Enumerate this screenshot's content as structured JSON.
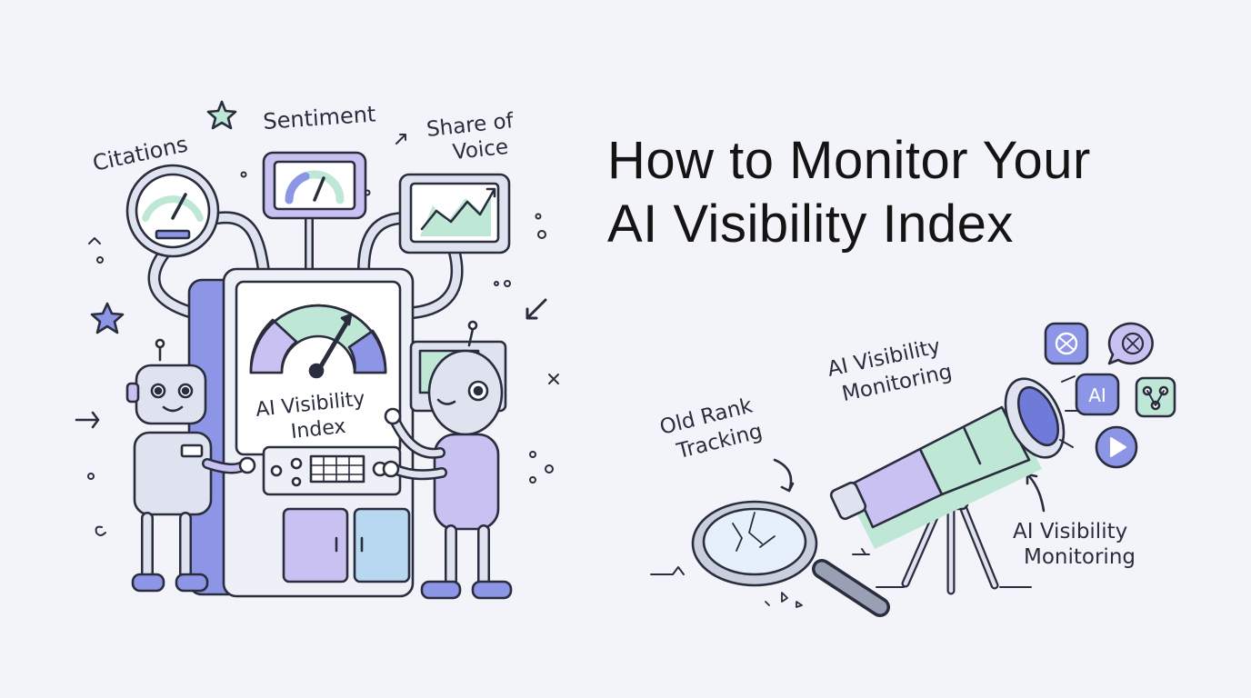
{
  "heading": {
    "line1": "How to Monitor Your",
    "line2": "AI Visibility Index"
  },
  "labels": {
    "citations": "Citations",
    "sentiment": "Sentiment",
    "share_line1": "Share of",
    "share_line2": "Voice",
    "index_line1": "AI Visibility",
    "index_line2": "Index",
    "old_line1": "Old Rank",
    "old_line2": "Tracking",
    "monitor_top_line1": "AI Visibility",
    "monitor_top_line2": "Monitoring",
    "monitor_bottom_line1": "AI Visibility",
    "monitor_bottom_line2": "Monitoring",
    "ai_badge": "AI"
  },
  "colors": {
    "ink": "#2a2d3e",
    "background": "#f3f4fa",
    "periwinkle": "#8c95e6",
    "lavender": "#c9c1f2",
    "mint": "#bfe7d6",
    "sky": "#b7d8f0",
    "steel": "#dfe3ef"
  },
  "icons": [
    "openai-icon",
    "openai-chat-icon",
    "ai-icon",
    "network-icon",
    "play-icon"
  ]
}
